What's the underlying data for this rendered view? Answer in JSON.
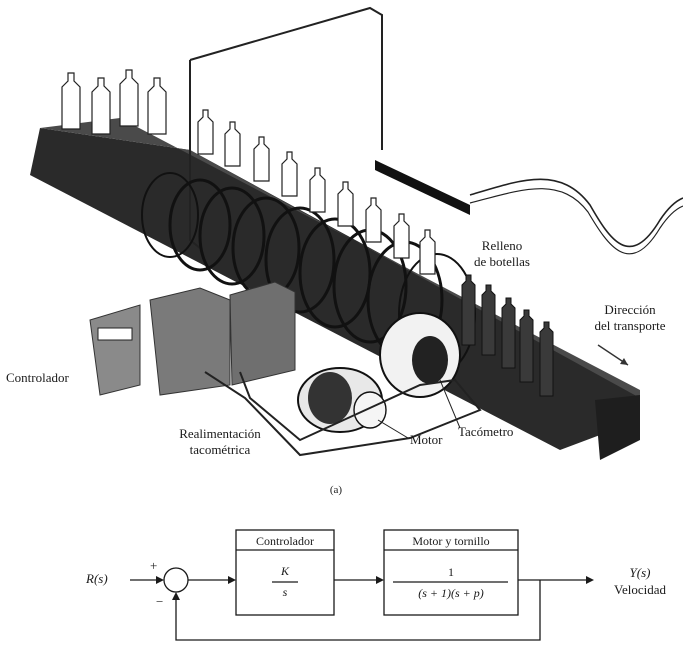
{
  "illustration": {
    "labels": {
      "controller": "Controlador",
      "tach_feedback_line1": "Realimentación",
      "tach_feedback_line2": "tacométrica",
      "motor": "Motor",
      "tachometer": "Tacómetro",
      "bottle_filling_line1": "Relleno",
      "bottle_filling_line2": "de botellas",
      "direction_line1": "Dirección",
      "direction_line2": "del transporte"
    },
    "caption": "(a)"
  },
  "block_diagram": {
    "input": "R(s)",
    "sum_plus": "+",
    "sum_minus": "−",
    "controller_title": "Controlador",
    "controller_num": "K",
    "controller_den": "s",
    "plant_title": "Motor y tornillo",
    "plant_num": "1",
    "plant_den": "(s + 1)(s + p)",
    "output": "Y(s)",
    "output_label": "Velocidad"
  }
}
